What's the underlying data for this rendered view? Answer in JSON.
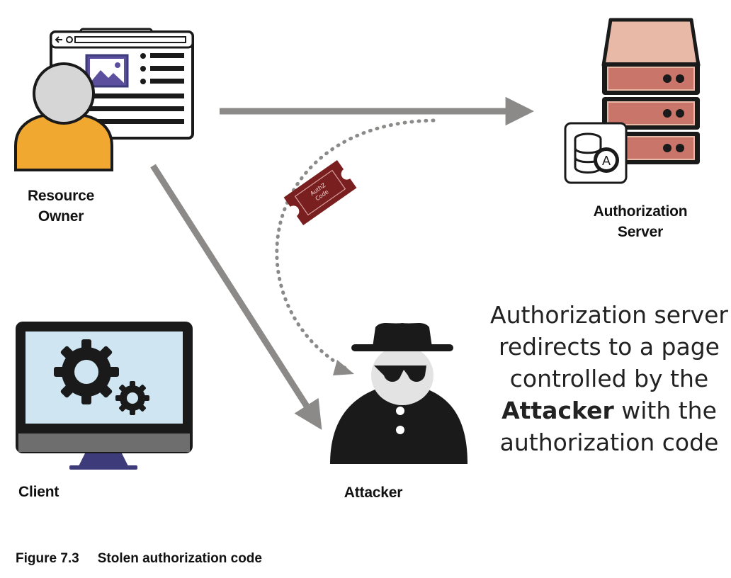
{
  "nodes": {
    "resource_owner": {
      "line1": "Resource",
      "line2": "Owner"
    },
    "authorization_server": {
      "line1": "Authorization",
      "line2": "Server"
    },
    "client": {
      "label": "Client"
    },
    "attacker": {
      "label": "Attacker"
    }
  },
  "ticket": {
    "line1": "AuthZ",
    "line2": "Code"
  },
  "callout": {
    "line1": "Authorization server",
    "line2": "redirects to a page",
    "line3": "controlled by the",
    "line4_bold": "Attacker",
    "line4_rest": " with the",
    "line5": "authorization code"
  },
  "caption": {
    "number": "Figure 7.3",
    "title": "Stolen authorization code"
  },
  "colors": {
    "arrow": "#8c8a88",
    "dotted_arrow": "#8c8a88",
    "person_body": "#f0a830",
    "server_body": "#e8b9a6",
    "server_panel": "#c9756a",
    "ticket": "#7a1f1f",
    "screen": "#cfe6f2",
    "monitor_stand": "#3e3b7a"
  }
}
